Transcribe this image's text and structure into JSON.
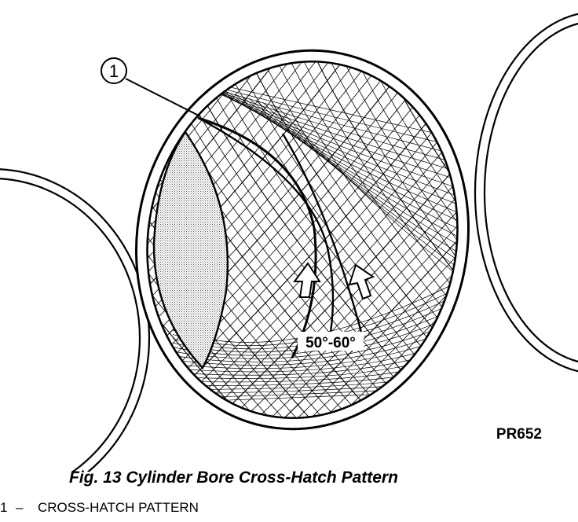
{
  "figure": {
    "callout_number": "1",
    "angle_label": "50°-60°",
    "figure_code": "PR652"
  },
  "caption": "Fig. 13 Cylinder Bore Cross-Hatch Pattern",
  "legend": [
    {
      "number": "1",
      "separator": "–",
      "text": "CROSS-HATCH PATTERN"
    }
  ]
}
